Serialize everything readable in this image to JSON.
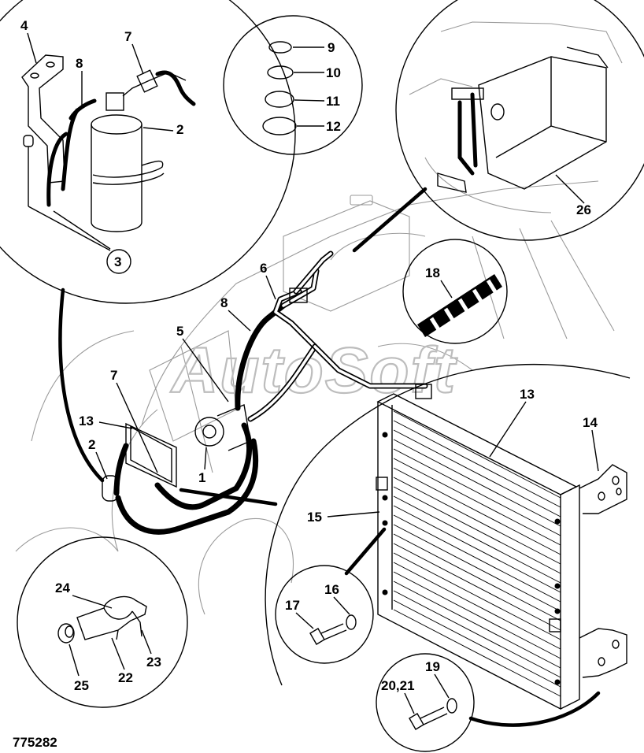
{
  "watermark": "AutoSoft",
  "figure_number": "775282",
  "callouts": {
    "c1": "1",
    "c2a": "2",
    "c2b": "2",
    "c3": "3",
    "c4": "4",
    "c5": "5",
    "c6": "6",
    "c7a": "7",
    "c7b": "7",
    "c8a": "8",
    "c8b": "8",
    "c9": "9",
    "c10": "10",
    "c11": "11",
    "c12": "12",
    "c13a": "13",
    "c13b": "13",
    "c14": "14",
    "c15": "15",
    "c16": "16",
    "c17": "17",
    "c18": "18",
    "c19": "19",
    "c2021": "20,21",
    "c22": "22",
    "c23": "23",
    "c24": "24",
    "c25": "25",
    "c26": "26"
  }
}
